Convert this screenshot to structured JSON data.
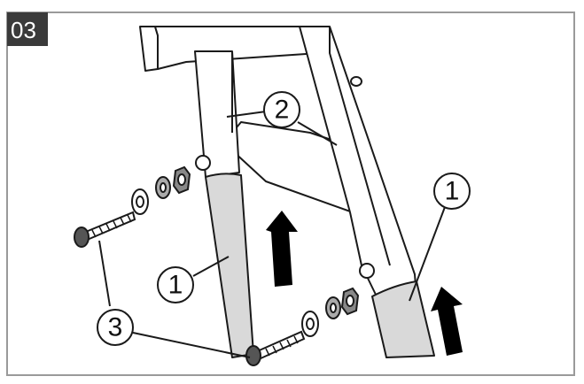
{
  "step": {
    "number": "03"
  },
  "callouts": {
    "tube_label": "1",
    "frame_label": "2",
    "bolt_label": "3"
  },
  "colors": {
    "line": "#1a1a1a",
    "tube_fill": "#d9d9d9",
    "badge_bg": "#3a3a3a",
    "arrow": "#000000",
    "frame_border": "#9a9a9a"
  },
  "icons": {
    "arrow": "up-arrow-icon",
    "bolt": "bolt-icon",
    "washer": "washer-icon",
    "nut": "nut-icon"
  }
}
